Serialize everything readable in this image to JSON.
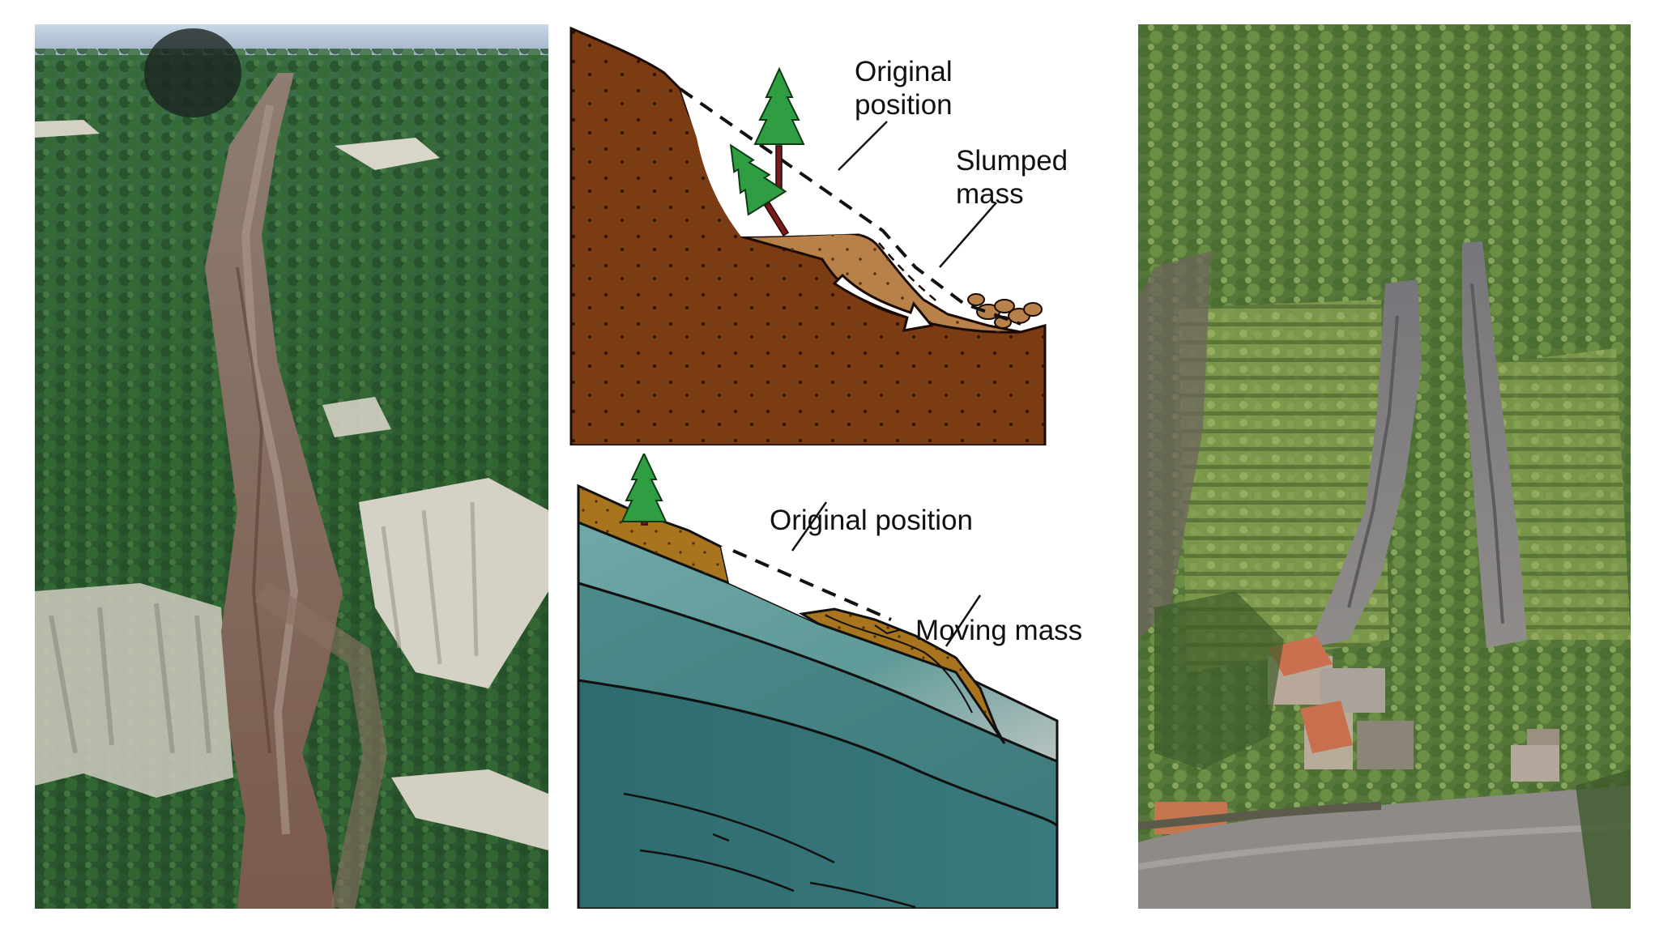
{
  "slump": {
    "label_original": "Original position",
    "label_slumped": "Slumped mass"
  },
  "slide": {
    "label_original": "Original position",
    "label_moving": "Moving mass"
  },
  "colors": {
    "earth_dark": "#7b3c14",
    "earth_light": "#b8814a",
    "sediment": "#a8741e",
    "rock_teal": "#5e9a98",
    "forest_green": "#2f6a35",
    "cliff_white": "#d8d6cc",
    "debris_grey": "#8a8886"
  }
}
